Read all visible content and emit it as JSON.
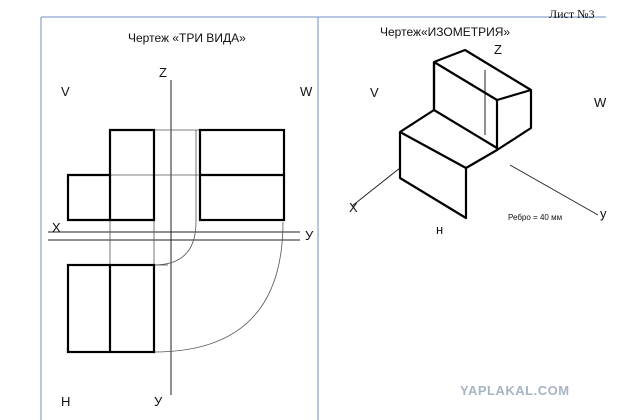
{
  "sheet_number": "Лист №3",
  "three_views": {
    "title": "Чертеж  «ТРИ ВИДА»",
    "labels": {
      "v": "V",
      "w": "W",
      "z": "Z",
      "x": "X",
      "y_right": "У",
      "h": "Н",
      "y_bottom": "У"
    }
  },
  "isometric": {
    "title": "Чертеж«ИЗОМЕТРИЯ»",
    "labels": {
      "z": "Z",
      "v": "V",
      "w": "W",
      "x": "X",
      "y": "у",
      "h": "н"
    },
    "edge_note": "Ребро = 40 мм"
  },
  "watermark": "YAPLAKAL.COM",
  "colors": {
    "frame_line": "#6f8fc0",
    "drawing_line": "#000000",
    "thin_line": "#222222",
    "watermark": "#a7b4c2"
  }
}
